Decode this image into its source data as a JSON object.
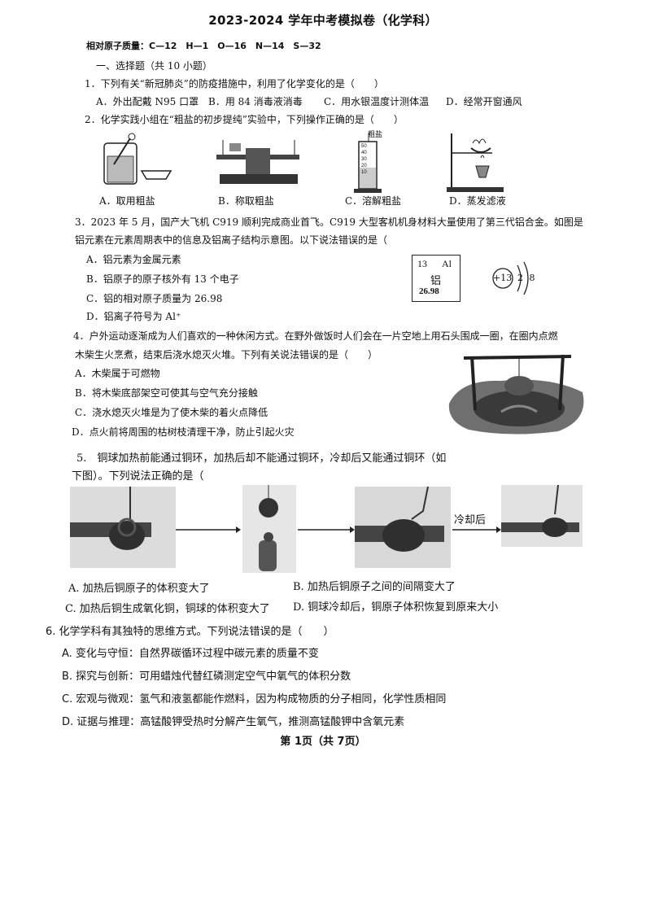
{
  "header": {
    "title": "2023-2024 学年中考模拟卷（化学科）",
    "atomic_masses": "相对原子质量：C—12　H—1　O—16　N—14　S—32"
  },
  "section1": {
    "heading": "一、选择题（共 10 小题）"
  },
  "q1": {
    "stem": "1．下列有关“新冠肺炎”的防疫措施中，利用了化学变化的是（　　）",
    "options": [
      "A．外出配戴 N95 口罩",
      "B．用 84 消毒液消毒",
      "C．用水银温度计测体温",
      "D．经常开窗通风"
    ]
  },
  "q2": {
    "stem": "2．化学实践小组在“粗盐的初步提纯”实验中，下列操作正确的是（　　）",
    "figure_label": "粗盐",
    "figure_cylinder_ticks": [
      "50",
      "40",
      "30",
      "20",
      "10"
    ],
    "options": [
      "A．取用粗盐",
      "B．称取粗盐",
      "C．溶解粗盐",
      "D．蒸发滤液"
    ]
  },
  "q3": {
    "stem_line1": "3．2023 年 5 月，国产大飞机 C919 顺利完成商业首飞。C919 大型客机机身材料大量使用了第三代铝合金。如图是",
    "stem_line2": "铝元素在元素周期表中的信息及铝离子结构示意图。以下说法错误的是（",
    "options": [
      "A．铝元素为金属元素",
      "B．铝原子的原子核外有 13 个电子",
      "C．铝的相对原子质量为 26.98",
      "D．铝离子符号为 Al⁺"
    ],
    "element": {
      "number": "13",
      "symbol": "Al",
      "name": "铝",
      "mass": "26.98"
    },
    "ion": {
      "nucleus": "+13",
      "shells": "2 8"
    }
  },
  "q4": {
    "stem_line1": "4．户外运动逐渐成为人们喜欢的一种休闲方式。在野外做饭时人们会在一片空地上用石头围成一圈，在圈内点燃",
    "stem_line2": "木柴生火烹煮，结束后浇水熄灭火堆。下列有关说法错误的是（　　）",
    "options": [
      "A．木柴属于可燃物",
      "B．将木柴底部架空可使其与空气充分接触",
      "C．浇水熄灭火堆是为了使木柴的着火点降低",
      "D．点火前将周围的枯树枝清理干净，防止引起火灾"
    ]
  },
  "q5": {
    "stem_line1": "5.　铜球加热前能通过铜环，加热后却不能通过铜环，冷却后又能通过铜环（如",
    "stem_line2": "下图）。下列说法正确的是（",
    "figure_label": "冷却后",
    "options": [
      "A. 加热后铜原子的体积变大了",
      "B. 加热后铜原子之间的间隔变大了",
      "C. 加热后铜生成氧化铜，铜球的体积变大了",
      "D. 铜球冷却后，铜原子体积恢复到原来大小"
    ]
  },
  "q6": {
    "stem": "6. 化学学科有其独特的思维方式。下列说法错误的是（　　）",
    "options": [
      "A. 变化与守恒：自然界碳循环过程中碳元素的质量不变",
      "B. 探究与创新：可用蜡烛代替红磷测定空气中氧气的体积分数",
      "C. 宏观与微观：氢气和液氢都能作燃料，因为构成物质的分子相同，化学性质相同",
      "D. 证据与推理：高锰酸钾受热时分解产生氧气，推测高锰酸钾中含氧元素"
    ]
  },
  "footer": {
    "page": "第 1页（共 7页）"
  }
}
